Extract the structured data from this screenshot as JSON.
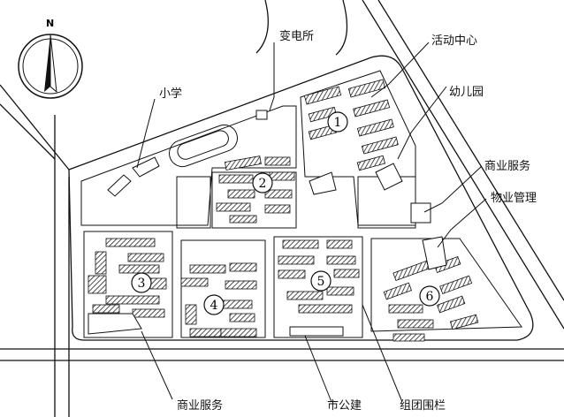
{
  "compass": {
    "north_label": "N"
  },
  "labels": {
    "substation": "变电所",
    "activity_center": "活动中心",
    "primary_school": "小学",
    "kindergarten": "幼儿园",
    "commercial_service_right": "商业服务",
    "property_management": "物业管理",
    "commercial_service_bottom": "商业服务",
    "public_building": "市公建",
    "group_fence": "组团围栏"
  },
  "groups": [
    "1",
    "2",
    "3",
    "4",
    "5",
    "6"
  ]
}
